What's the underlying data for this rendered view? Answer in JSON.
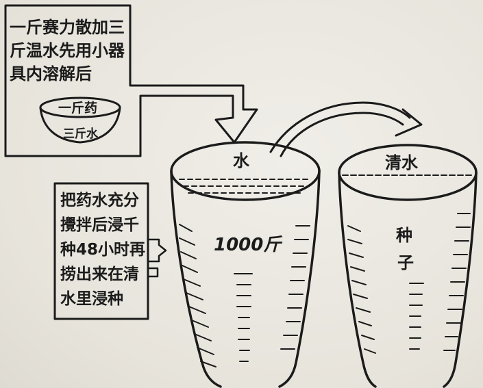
{
  "dissolve_note": {
    "lines": [
      "一斤赛力散加三",
      "斤温水先用小器",
      "具内溶解后"
    ]
  },
  "small_bowl": {
    "line1": "一斤药",
    "line2": "三斤水"
  },
  "soak_note": {
    "lines": [
      "把药水充分",
      "攪拌后浸千",
      "种48小时再",
      "捞出来在清",
      "水里浸种"
    ]
  },
  "left_vat": {
    "liquid_label": "水",
    "amount_label": "1000斤"
  },
  "right_vat": {
    "liquid_label": "清水",
    "content_label_1": "种",
    "content_label_2": "子"
  }
}
